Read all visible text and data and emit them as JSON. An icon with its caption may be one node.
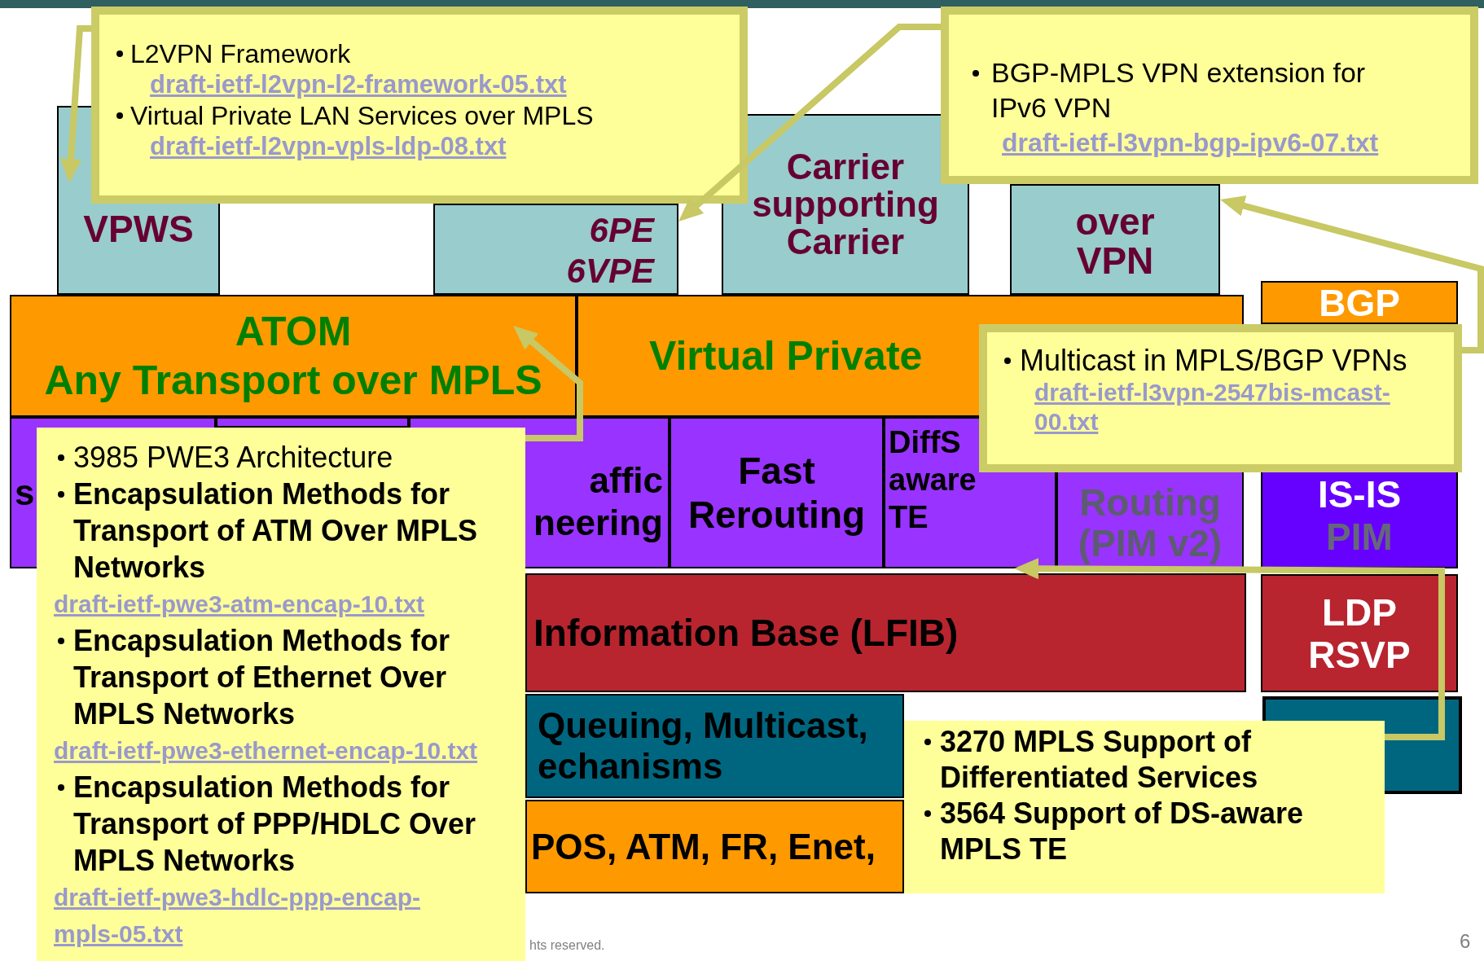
{
  "diagram": {
    "nodes": [
      {
        "text": [
          "VPWS"
        ]
      },
      {
        "text": [
          "6PE 6VPE"
        ]
      },
      {
        "text": [
          "Carrier supporting Carrier"
        ]
      },
      {
        "text": [
          "over VPN"
        ]
      },
      {
        "text": [
          "ATOM",
          "Any Transport over MPLS"
        ]
      },
      {
        "text": [
          "Virtual Private"
        ]
      },
      {
        "text": [
          "BGP"
        ]
      },
      {
        "text": [
          "s"
        ]
      },
      {
        "text": [],
        "shape": "box"
      },
      {
        "text": [
          "affic",
          "neering"
        ]
      },
      {
        "text": [
          "Fast Rerouting"
        ]
      },
      {
        "text": [
          "DiffS aware TE"
        ]
      },
      {
        "text": [
          "Routing (PIM v2)"
        ]
      },
      {
        "text": [
          "IS-IS",
          "PIM"
        ]
      },
      {
        "text": [
          "Information Base (LFIB)"
        ]
      },
      {
        "text": [
          "LDP RSVP"
        ]
      },
      {
        "text": [
          "Queuing, Multicast,",
          "echanisms"
        ]
      },
      {
        "text": [],
        "shape": "box"
      },
      {
        "text": [
          "POS, ATM, FR, Enet,"
        ]
      },
      {
        "text": [
          "L2VPN Framework",
          "draft-ietf-l2vpn-l2-framework-05.txt",
          "Virtual Private LAN Services over MPLS",
          "draft-ietf-l2vpn-vpls-ldp-08.txt"
        ]
      },
      {
        "text": [
          "BGP-MPLS VPN extension for IPv6 VPN",
          "draft-ietf-l3vpn-bgp-ipv6-07.txt"
        ]
      },
      {
        "text": [
          "Multicast in MPLS/BGP VPNs",
          "draft-ietf-l3vpn-2547bis-mcast-00.txt"
        ]
      },
      {
        "text": [
          "3985 PWE3 Architecture",
          "Encapsulation Methods for Transport of ATM Over MPLS Networks",
          "draft-ietf-pwe3-atm-encap-10.txt",
          "Encapsulation Methods for Transport of Ethernet Over MPLS Networks",
          "draft-ietf-pwe3-ethernet-encap-10.txt",
          "Encapsulation Methods for Transport of PPP/HDLC Over MPLS Networks",
          "draft-ietf-pwe3-hdlc-ppp-encap-mpls-05.txt"
        ]
      },
      {
        "text": [
          "3270 MPLS Support of Differentiated Services",
          "3564 Support of DS-aware MPLS TE"
        ]
      }
    ],
    "edges": [
      {
        "from": 19,
        "to": 0,
        "arrow": "to"
      },
      {
        "from": 20,
        "to": 1,
        "arrow": "to"
      },
      {
        "from": 21,
        "to": 3,
        "arrow": "to"
      },
      {
        "from": 22,
        "to": 4,
        "arrow": "to"
      },
      {
        "from": 23,
        "to": 11,
        "arrow": "to"
      }
    ],
    "labels": [
      "hts reserved.",
      "6"
    ]
  }
}
